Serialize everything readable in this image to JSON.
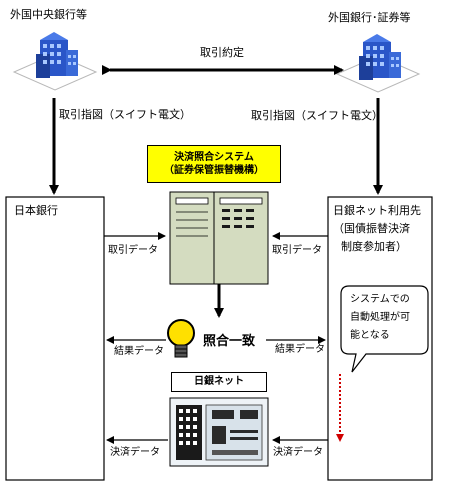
{
  "labels": {
    "foreign_cb": "外国中央銀行等",
    "foreign_bank": "外国銀行･証券等",
    "trade_agreement": "取引約定",
    "instr_left": "取引指図（スイフト電文）",
    "instr_right": "取引指図（スイフト電文）",
    "system_title_line1": "決済照合システム",
    "system_title_line2": "（証券保管振替機構）",
    "boj": "日本銀行",
    "user_line1": "日銀ネット利用先",
    "user_line2": "（国債振替決済",
    "user_line3": "制度参加者）",
    "trade_data_left": "取引データ",
    "trade_data_right": "取引データ",
    "callout_line1": "システムでの",
    "callout_line2": "自動処理が可",
    "callout_line3": "能となる",
    "match": "照合一致",
    "result_left": "結果データ",
    "result_right": "結果データ",
    "boj_net": "日銀ネット",
    "settle_left": "決済データ",
    "settle_right": "決済データ"
  },
  "colors": {
    "system_title_bg": "#ffff00",
    "machine_body": "#d4dcc0",
    "building_blue": "#2a56c8",
    "bulb_yellow": "#ffe000",
    "dotted_red": "#d00000"
  }
}
